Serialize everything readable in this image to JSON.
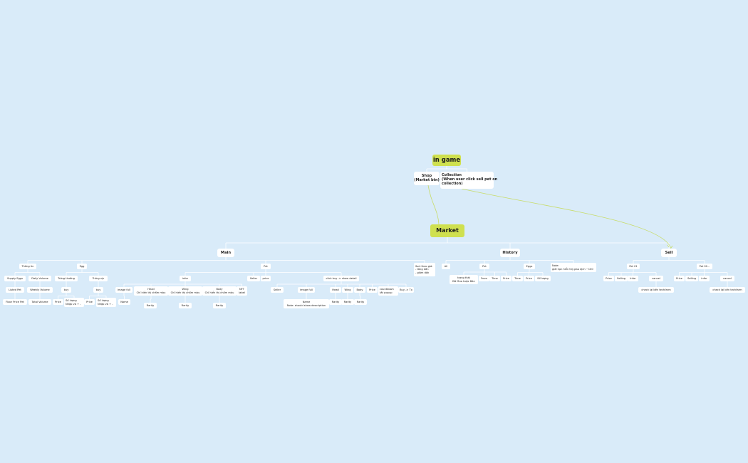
{
  "colors": {
    "background": "#d9ebf9",
    "node": "#ffffff",
    "root": "#cfe04f",
    "edge": "#ffffff",
    "link": "#c8dc6a"
  },
  "nodes": {
    "in_game": "in game",
    "shop": "Shop\n(Market btn)",
    "collection": "Collection\n(When user click sell pet on\ncollection)",
    "market": "Market",
    "main": "Main",
    "history": "History",
    "sell": "Sell",
    "thong_tin": "Thông tin",
    "supply_eggs": "Supply Eggs",
    "listed_pet": "Listed Pet",
    "floor_price_pet": "Floor Price Pet",
    "daily_volume": "Daily Volume",
    "weekly_volume": "Weekly Volume",
    "total_volume": "Total Volume",
    "egg": "Egg",
    "trung_thuong": "Trứng thường",
    "buy_1": "buy",
    "price_1": "Price",
    "so_luong_1": "Số lượng\nNhập và + -",
    "trung_xin": "Trứng xịn",
    "buy_2": "buy",
    "price_2": "Price",
    "so_luong_2": "Số lượng\nNhập và + -",
    "pet": "Pet",
    "infor": "infor",
    "image_full_1": "image full",
    "name_1": "Name",
    "head_1": "Head\nChỉ hiển thị chấm màu",
    "rarity_head_1": "Rarity",
    "wing_1": "Wing\nChỉ hiển thị chấm màu",
    "rarity_wing_1": "Rarity",
    "body_1": "Body\nChỉ hiển thị chấm màu",
    "rarity_body_1": "Rarity",
    "nft_label": "NFT\nlabel",
    "seller_1": "Seller",
    "price_pet": "price",
    "click_buy": "click buy -> show detail",
    "seller_2": "Seller",
    "image_full_2": "image full",
    "name_note": "Name\nNote: should show description",
    "head_2": "Head",
    "rarity_head_2": "Rarity",
    "wing_2": "Wing",
    "rarity_wing_2": "Rarity",
    "body_2": "Body",
    "rarity_body_2": "Rarity",
    "price_3": "Price",
    "countdown": "countdown\ntắt popup",
    "buy_tx": "Buy -> Tx",
    "sort": "Sort theo giá:\n- tăng dần\n- giảm dần",
    "all": "All",
    "hist_pet": "Pet",
    "trang_thai": "trạng thái\nĐã Mua hoặc Bán",
    "from": "From",
    "time_1": "Time",
    "price_h1": "Price",
    "eggs": "Eggs",
    "time_2": "Time",
    "price_h2": "Price",
    "so_luong_h": "Số lượng",
    "note_history": "Note:\ngiới hạn hiển thị giao dịch ~100",
    "pet01": "Pet 01",
    "s1_price": "Price",
    "s1_selling": "Selling",
    "s1_infor": "Infor",
    "s1_cancel": "cancel",
    "s1_check": "check lại bên techfarm",
    "pet02": "Pet 02...",
    "s2_price": "Price",
    "s2_selling": "Selling",
    "s2_infor": "infor",
    "s2_cancel": "cancel",
    "s2_check": "check lại bên techfarm"
  }
}
